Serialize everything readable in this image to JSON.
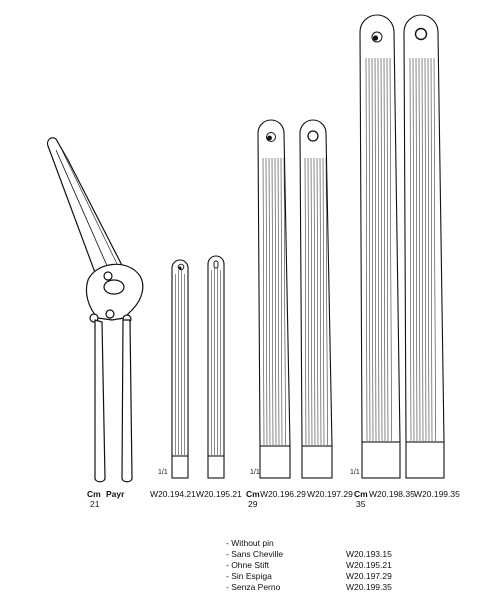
{
  "forceps": {
    "unit": "Cm",
    "size": "21",
    "name": "Payr"
  },
  "ratio_labels": [
    "1/1",
    "1/1",
    "1/1"
  ],
  "blades": [
    {
      "code": "W20.194.21",
      "type": "pin"
    },
    {
      "code": "W20.195.21",
      "type": "slot"
    },
    {
      "code": "W20.196.29",
      "type": "pin"
    },
    {
      "code": "W20.197.29",
      "type": "ring"
    },
    {
      "code": "W20.198.35",
      "type": "pin"
    },
    {
      "code": "W20.199.35",
      "type": "ring"
    }
  ],
  "groups": [
    {
      "unit": "Cm",
      "size": "29"
    },
    {
      "unit": "Cm",
      "size": "35"
    }
  ],
  "variants": [
    {
      "description": "- Without pin",
      "code": ""
    },
    {
      "description": "- Sans Cheville",
      "code": "W20.193.15"
    },
    {
      "description": "- Ohne Stift",
      "code": "W20.195.21"
    },
    {
      "description": "- Sin Espiga",
      "code": "W20.197.29"
    },
    {
      "description": "- Senza Perno",
      "code": "W20.199.35"
    }
  ]
}
